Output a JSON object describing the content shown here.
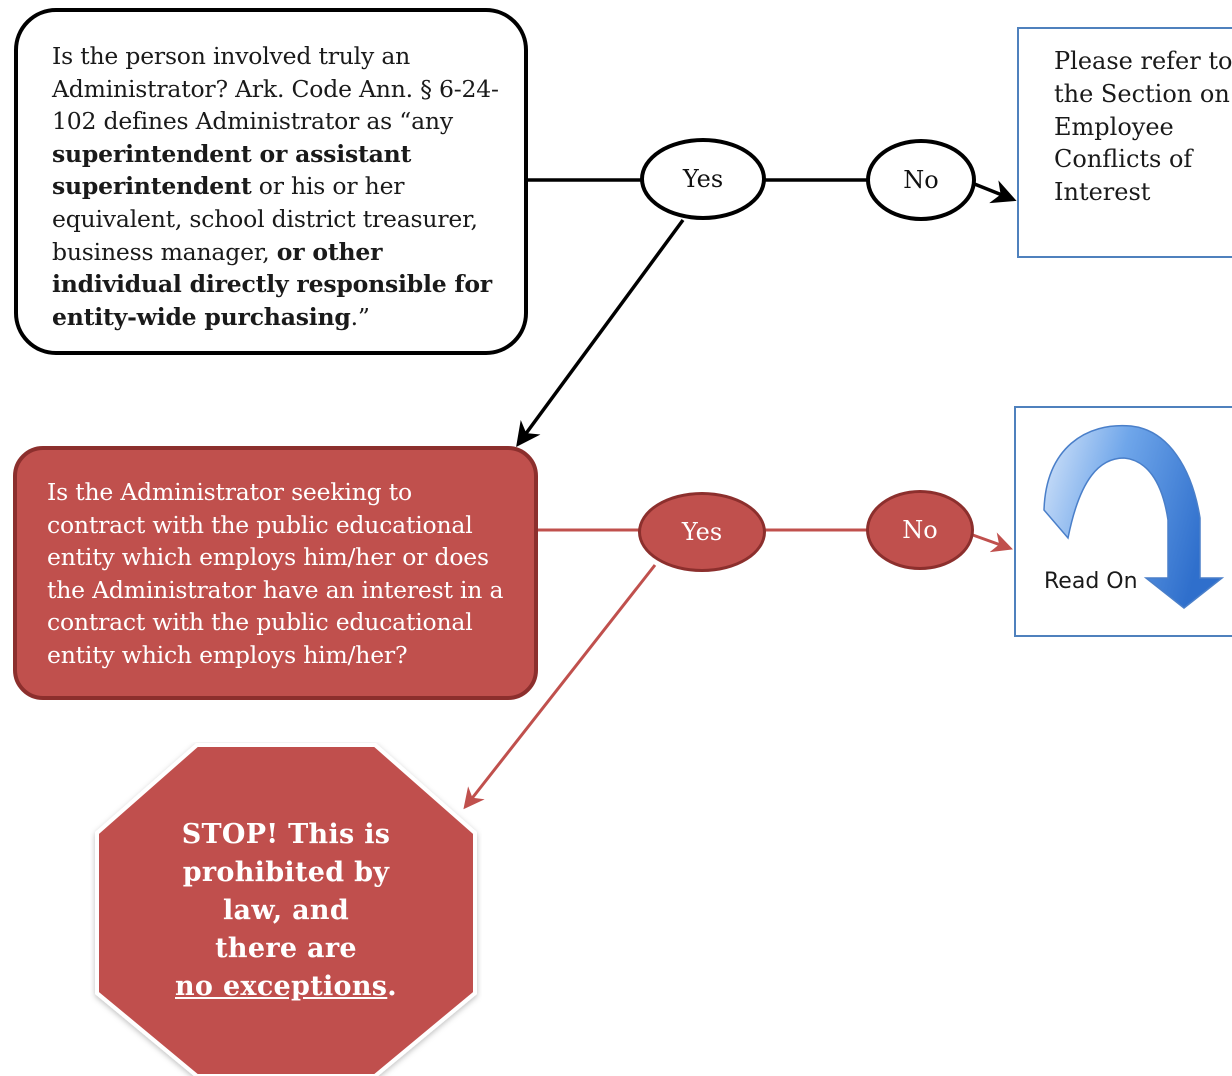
{
  "question1": {
    "seg1": "Is the person involved truly an Administrator? Ark. Code Ann. § 6-24-102 defines Administrator as “any ",
    "seg2": "superintendent or assistant superintendent",
    "seg3": " or his or her equivalent, school district treasurer, business manager, ",
    "seg4": "or other individual directly responsible for entity-wide purchasing",
    "seg5": ".”"
  },
  "row1": {
    "yes": "Yes",
    "no": "No"
  },
  "refer_box": {
    "text": "Please refer to the Section on Employee Conflicts of Interest"
  },
  "question2": {
    "text": "Is the Administrator seeking to contract with the public educational entity which employs him/her or does the Administrator have an interest in a contract with the public educational entity which employs him/her?"
  },
  "row2": {
    "yes": "Yes",
    "no": "No"
  },
  "readon_box": {
    "label": "Read On",
    "icon": "curved-arrow-down-icon"
  },
  "stop": {
    "line1": "STOP! This is",
    "line2": "prohibited by",
    "line3": "law, and",
    "line4": "there are",
    "line5_underlined": "no exceptions",
    "line5_tail": "."
  },
  "colors": {
    "red_fill": "#c0504d",
    "red_stroke": "#8c2f2d",
    "blue_border": "#4f81bd",
    "arrow_blue": "#3b7bd4"
  }
}
